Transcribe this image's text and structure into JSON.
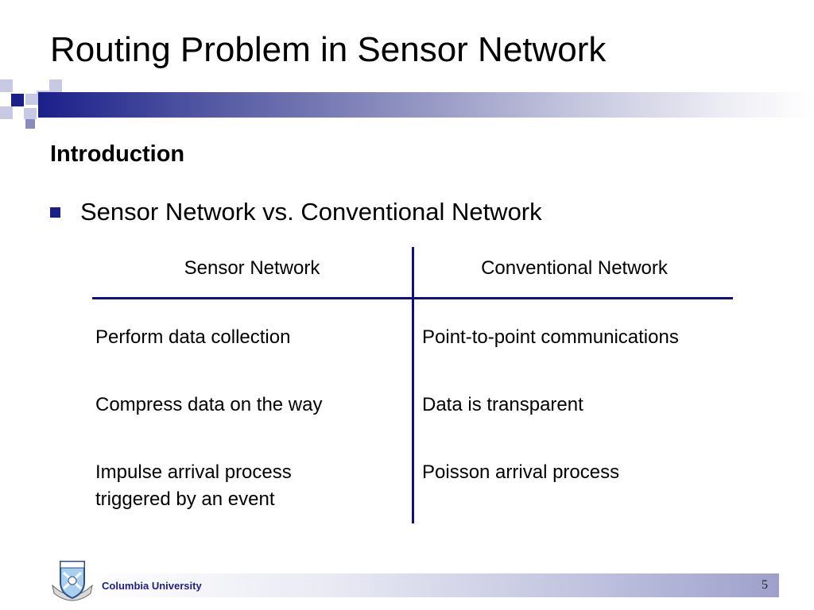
{
  "slide": {
    "title": "Routing Problem in Sensor Network",
    "subtitle": "Introduction",
    "bullet": "Sensor Network vs. Conventional Network",
    "colors": {
      "accent": "#1b1f8a",
      "line": "#0e1080"
    }
  },
  "table": {
    "headers": [
      "Sensor Network",
      "Conventional Network"
    ],
    "rows": [
      {
        "left": [
          "Perform data collection"
        ],
        "right": [
          "Point-to-point communications"
        ]
      },
      {
        "left": [
          "Compress data on the way"
        ],
        "right": [
          "Data is transparent"
        ]
      },
      {
        "left": [
          "Impulse arrival process",
          "triggered by an event"
        ],
        "right": [
          "Poisson arrival process"
        ]
      }
    ]
  },
  "footer": {
    "org": "Columbia University",
    "page_number": "5",
    "logo_icon": "columbia-crest-icon"
  }
}
